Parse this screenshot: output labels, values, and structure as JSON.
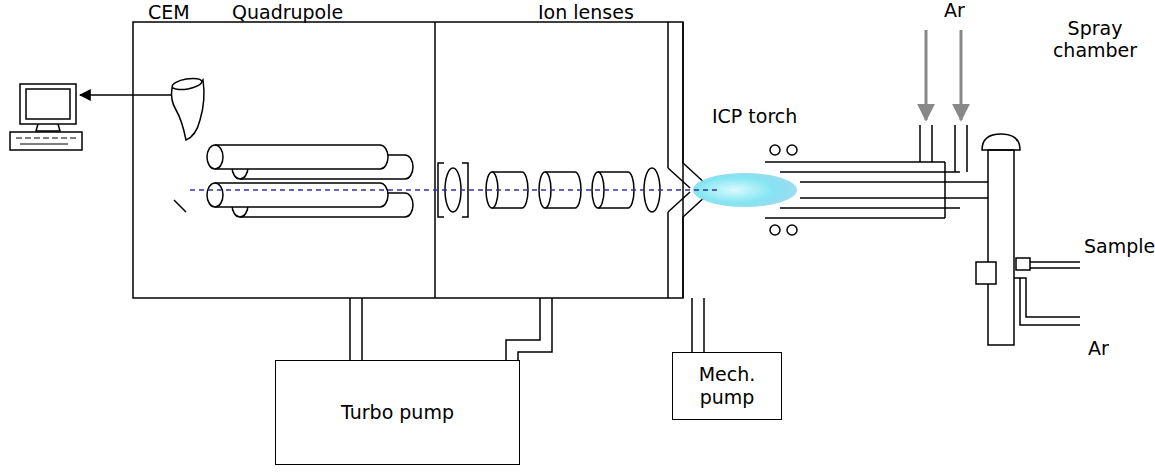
{
  "diagram": {
    "nodes": [
      {
        "text": [
          "Turbo pump"
        ]
      },
      {
        "text": [
          "Mech. pump"
        ]
      }
    ],
    "labels": [
      "CEM",
      "Quadrupole",
      "Ion lenses",
      "ICP torch",
      "Ar",
      "Spray chamber",
      "Sample",
      "Ar"
    ]
  }
}
